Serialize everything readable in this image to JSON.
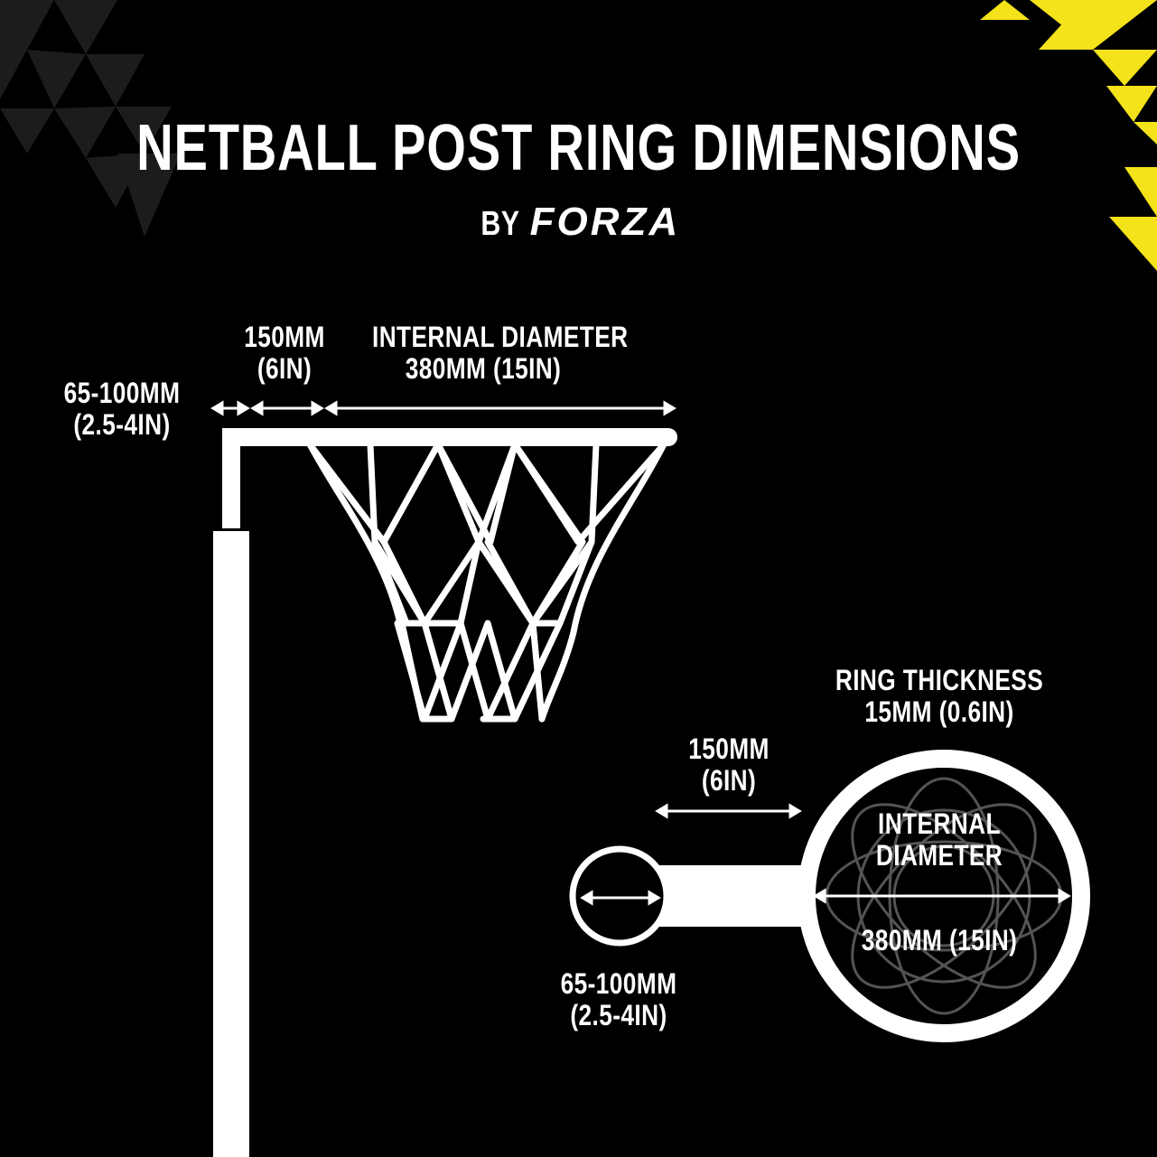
{
  "header": {
    "title": "NETBALL POST RING DIMENSIONS",
    "by": "BY",
    "brand": "FORZA"
  },
  "side_view": {
    "post_width": {
      "line1": "65-100MM",
      "line2": "(2.5-4IN)"
    },
    "offset": {
      "line1": "150MM",
      "line2": "(6IN)"
    },
    "internal_diameter": {
      "line1": "INTERNAL DIAMETER",
      "line2": "380MM (15IN)"
    }
  },
  "top_view": {
    "ring_thickness": {
      "line1": "RING THICKNESS",
      "line2": "15MM (0.6IN)"
    },
    "offset": {
      "line1": "150MM",
      "line2": "(6IN)"
    },
    "internal_diameter": {
      "line1": "INTERNAL",
      "line2": "DIAMETER",
      "value": "380MM (15IN)"
    },
    "post_width": {
      "line1": "65-100MM",
      "line2": "(2.5-4IN)"
    }
  },
  "colors": {
    "background": "#000000",
    "foreground": "#ffffff",
    "accent": "#f4e21a",
    "decor_gray": "#1e1e1e"
  },
  "icons": {
    "side_view": "netball-post-side-icon",
    "top_view": "netball-ring-top-icon"
  }
}
